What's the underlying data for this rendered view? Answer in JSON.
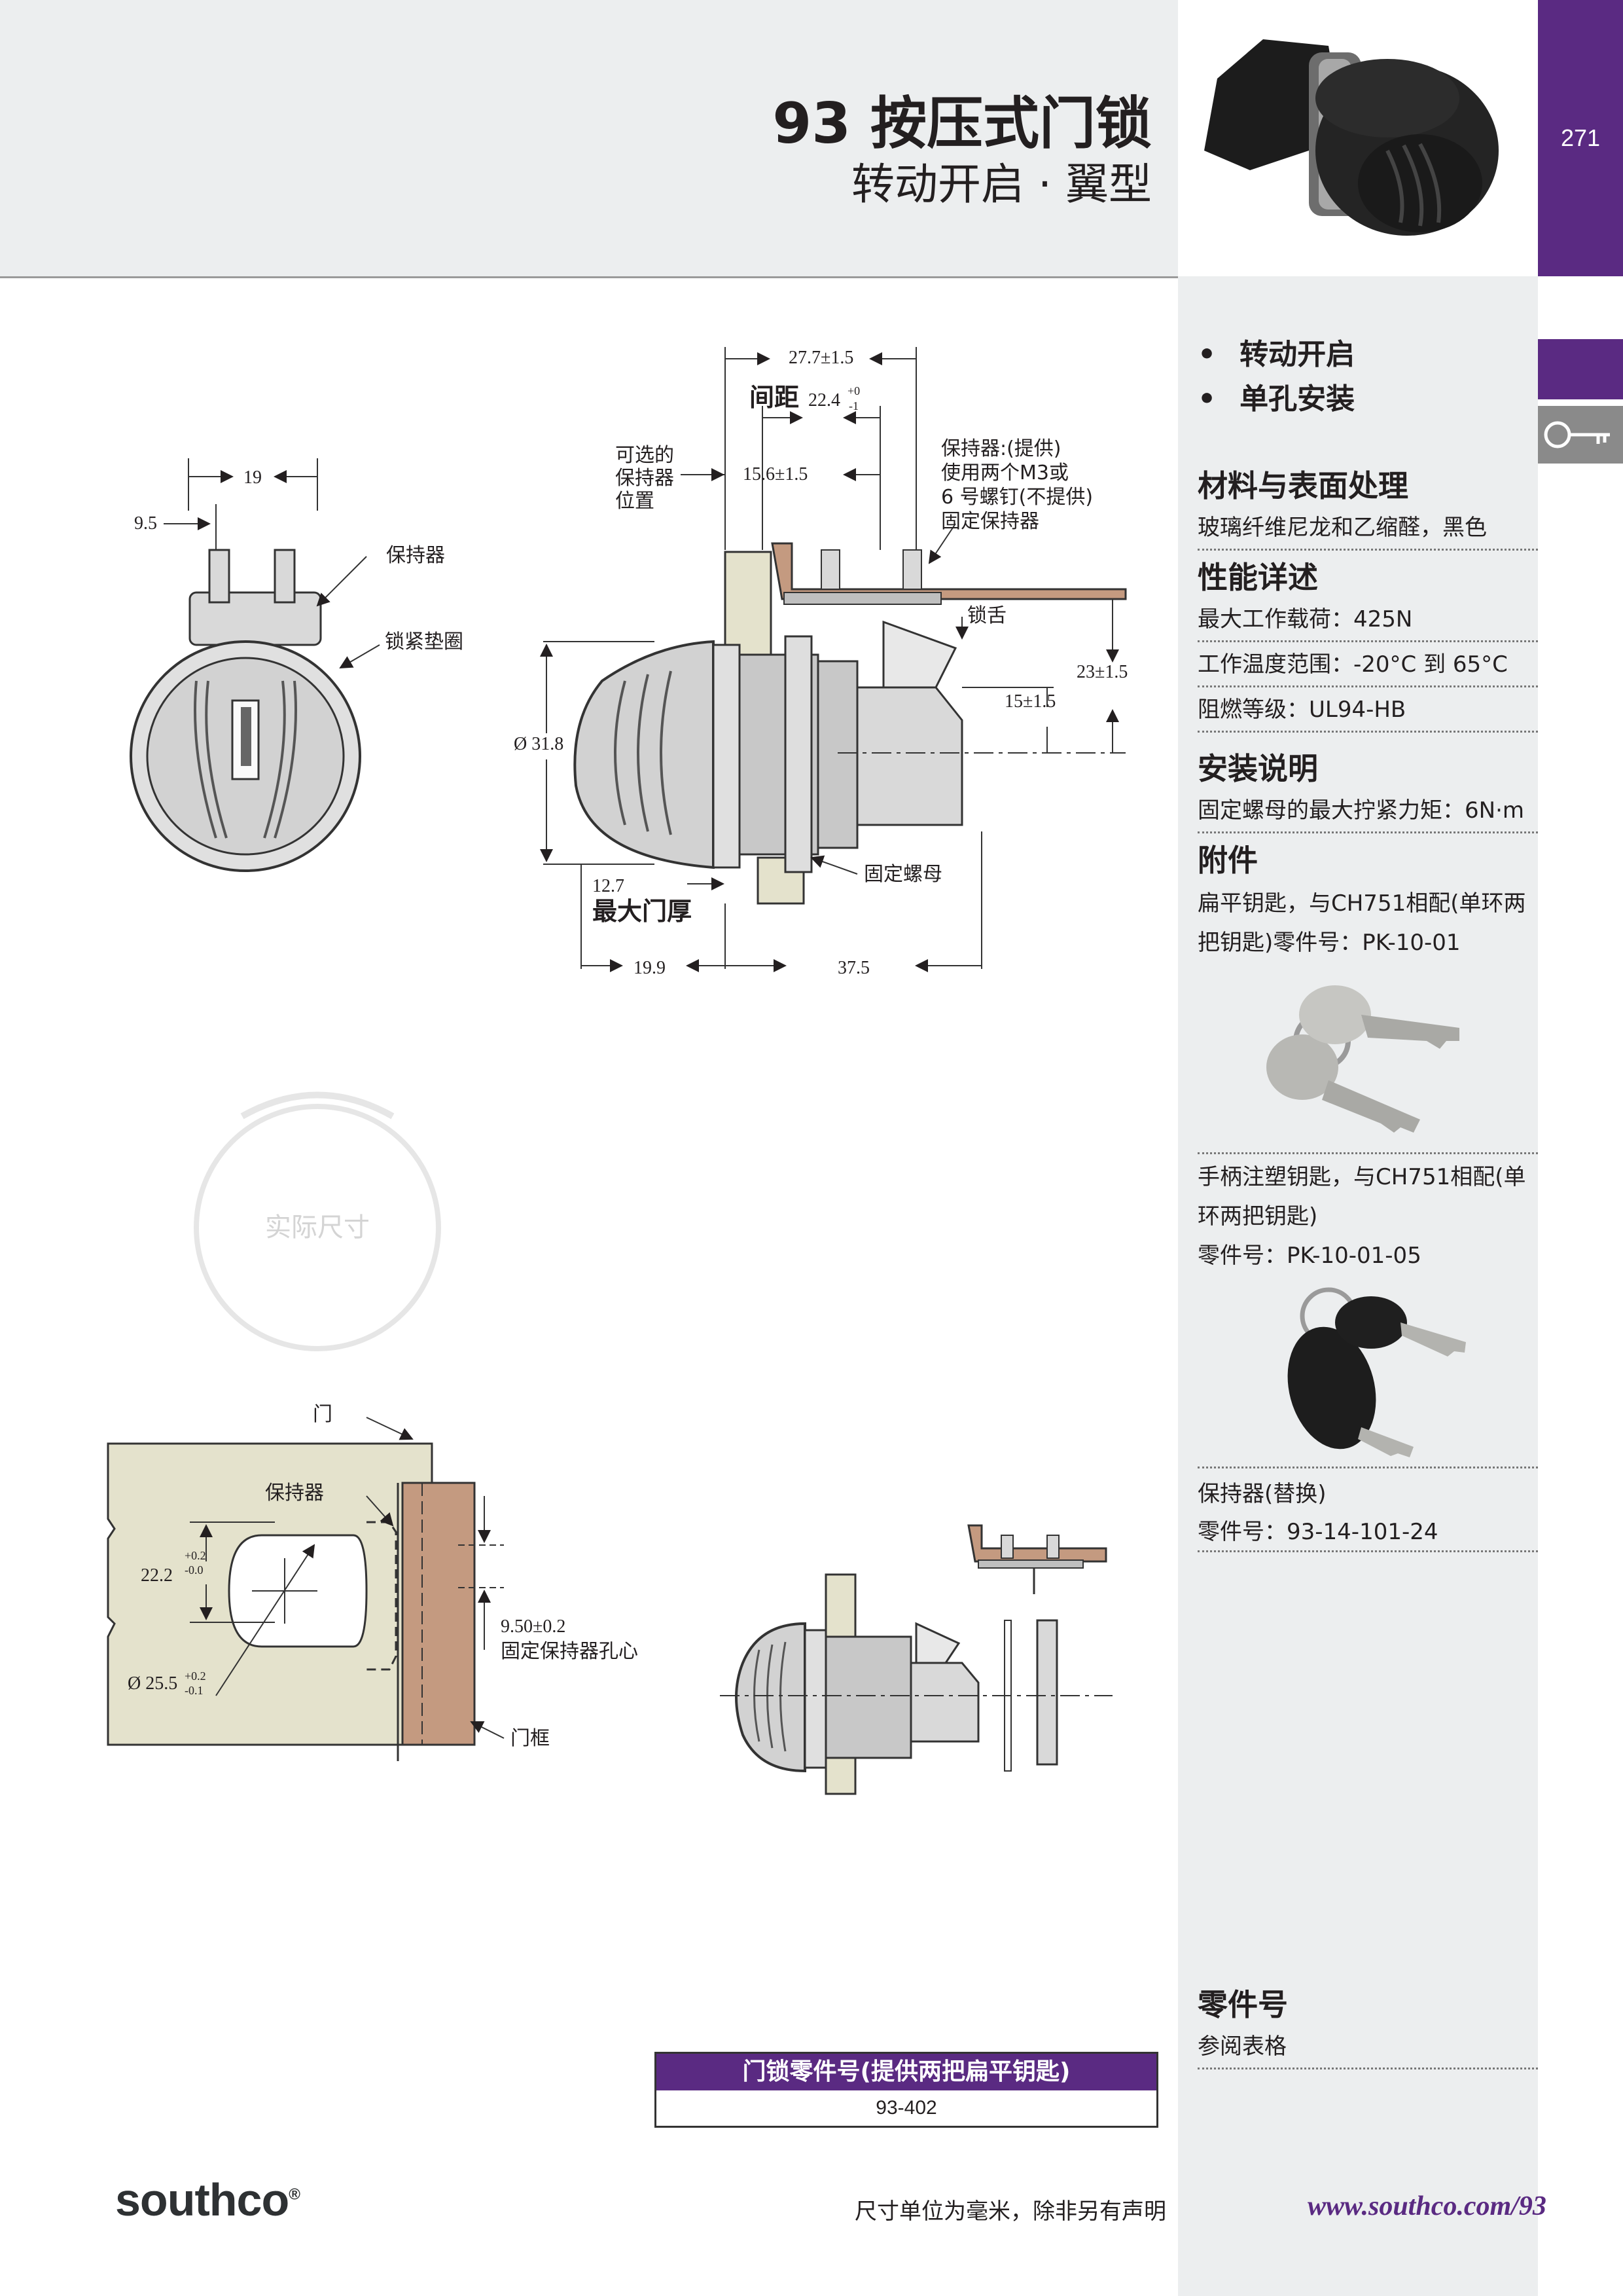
{
  "page": {
    "number": "271"
  },
  "header": {
    "title": "93 按压式门锁",
    "subtitle": "转动开启 · 翼型"
  },
  "features": [
    "转动开启",
    "单孔安装"
  ],
  "specs": {
    "material": {
      "heading": "材料与表面处理",
      "text": "玻璃纤维尼龙和乙缩醛，黑色"
    },
    "performance": {
      "heading": "性能详述",
      "rows": [
        "最大工作载荷：425N",
        "工作温度范围：-20°C 到 65°C",
        "阻燃等级：UL94-HB"
      ]
    },
    "install": {
      "heading": "安装说明",
      "rows": [
        "固定螺母的最大拧紧力矩：6N·m"
      ]
    },
    "accessories": {
      "heading": "附件",
      "flat_key": {
        "line1": "扁平钥匙，与CH751相配(单环两",
        "line2": "把钥匙)零件号：PK-10-01"
      },
      "molded_key": {
        "line1": "手柄注塑钥匙，与CH751相配(单",
        "line2": "环两把钥匙)",
        "line3": "零件号：PK-10-01-05"
      },
      "retainer": {
        "line1": "保持器(替换)",
        "line2": "零件号：93-14-101-24"
      }
    },
    "partno": {
      "heading": "零件号",
      "text": "参阅表格"
    }
  },
  "drawing": {
    "front": {
      "dim_19": "19",
      "dim_9_5": "9.5",
      "retainer": "保持器",
      "lock_washer": "锁紧垫圈"
    },
    "side": {
      "dim_27_7": "27.7±1.5",
      "spacing": "间距",
      "spacing_val": "22.4",
      "spacing_tol_plus": "+0",
      "spacing_tol_minus": "-1",
      "optional_1": "可选的",
      "optional_2": "保持器",
      "optional_3": "位置",
      "dim_15_6": "15.6±1.5",
      "retainer_note_1": "保持器:(提供)",
      "retainer_note_2": "使用两个M3或",
      "retainer_note_3": "6 号螺钉(不提供)",
      "retainer_note_4": "固定保持器",
      "tongue": "锁舌",
      "dim_23": "23±1.5",
      "dim_15": "15±1.5",
      "dia_31_8": "Ø 31.8",
      "dim_12_7": "12.7",
      "max_door": "最大门厚",
      "fix_nut": "固定螺母",
      "dim_19_9": "19.9",
      "dim_37_5": "37.5"
    },
    "actual_size": "实际尺寸",
    "cutout": {
      "door": "门",
      "retainer": "保持器",
      "dim_22_2": "22.2",
      "dim_22_2_tol_plus": "+0.2",
      "dim_22_2_tol_minus": "-0.0",
      "dia_25_5": "Ø 25.5",
      "dia_25_5_tol_plus": "+0.2",
      "dia_25_5_tol_minus": "-0.1",
      "dim_9_50_1": "9.50±0.2",
      "dim_9_50_2": "固定保持器孔心",
      "frame": "门框"
    }
  },
  "part_table": {
    "header": "门锁零件号(提供两把扁平钥匙)",
    "value": "93-402"
  },
  "footer": {
    "logo": "southco",
    "logo_mark": "®",
    "note": "尺寸单位为毫米，除非另有声明",
    "url": "www.southco.com/93"
  },
  "colors": {
    "purple": "#5a2a82",
    "sidebar_gray": "#eceeef",
    "door_beige": "#e4e2cc",
    "frame_brown": "#c49a80"
  }
}
